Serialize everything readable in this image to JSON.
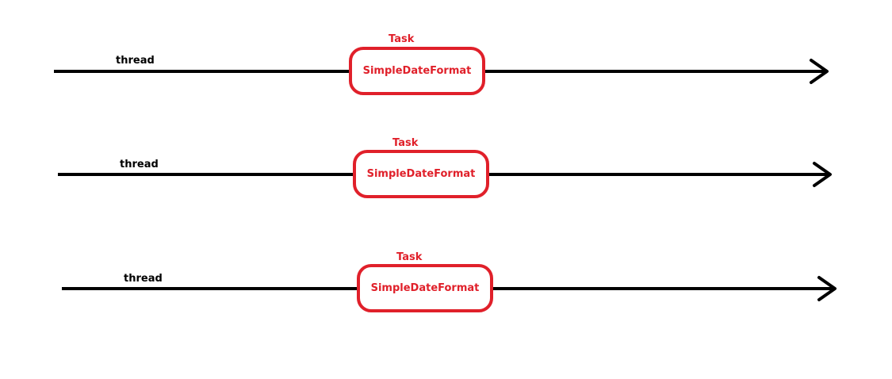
{
  "colors": {
    "line": "#000000",
    "task": "#e0202a"
  },
  "rows": [
    {
      "thread_label": "thread",
      "task_label": "Task",
      "box_label": "SimpleDateFormat"
    },
    {
      "thread_label": "thread",
      "task_label": "Task",
      "box_label": "SimpleDateFormat"
    },
    {
      "thread_label": "thread",
      "task_label": "Task",
      "box_label": "SimpleDateFormat"
    }
  ]
}
